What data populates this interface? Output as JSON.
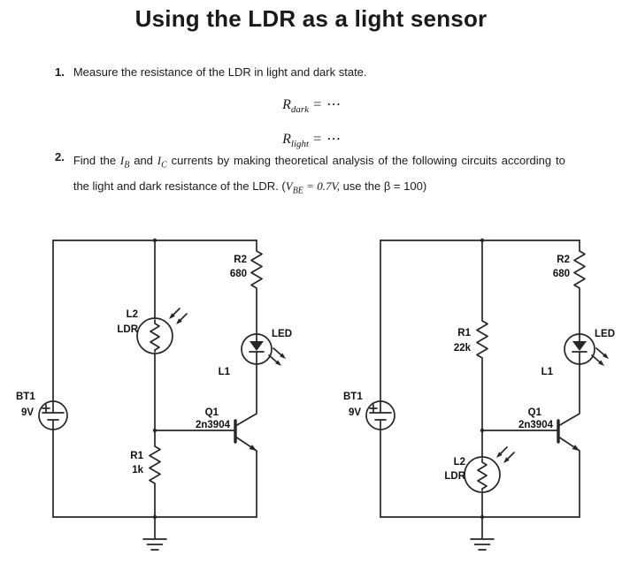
{
  "title": "Using the LDR as a light sensor",
  "item1": {
    "number": "1.",
    "text": "Measure the resistance of the LDR in light and dark state."
  },
  "equations": {
    "r_dark": {
      "base": "R",
      "sub": "dark",
      "rhs": " = ⋯"
    },
    "r_light": {
      "base": "R",
      "sub": "light",
      "rhs": " = ⋯"
    }
  },
  "item2": {
    "number": "2.",
    "t1": "Find the ",
    "ib_base": "I",
    "ib_sub": "B",
    "t2": " and ",
    "ic_base": "I",
    "ic_sub": "C",
    "t3": " currents by making theoretical analysis of the following circuits according to the light and dark resistance of the LDR. (",
    "vbe_base": "V",
    "vbe_sub": "BE",
    "t4": " = 0.7V,",
    "t5": "  use the β = 100)"
  },
  "circuit_left": {
    "battery": {
      "name": "BT1",
      "voltage": "9V"
    },
    "ldr": {
      "ref": "L2",
      "label": "LDR"
    },
    "r2": {
      "ref": "R2",
      "value": "680"
    },
    "led": {
      "label": "LED",
      "ref": "L1"
    },
    "q1": {
      "ref": "Q1",
      "part": "2n3904"
    },
    "r1": {
      "ref": "R1",
      "value": "1k"
    }
  },
  "circuit_right": {
    "battery": {
      "name": "BT1",
      "voltage": "9V"
    },
    "r1": {
      "ref": "R1",
      "value": "22k"
    },
    "r2": {
      "ref": "R2",
      "value": "680"
    },
    "led": {
      "label": "LED",
      "ref": "L1"
    },
    "q1": {
      "ref": "Q1",
      "part": "2n3904"
    },
    "ldr": {
      "ref": "L2",
      "label": "LDR"
    }
  }
}
